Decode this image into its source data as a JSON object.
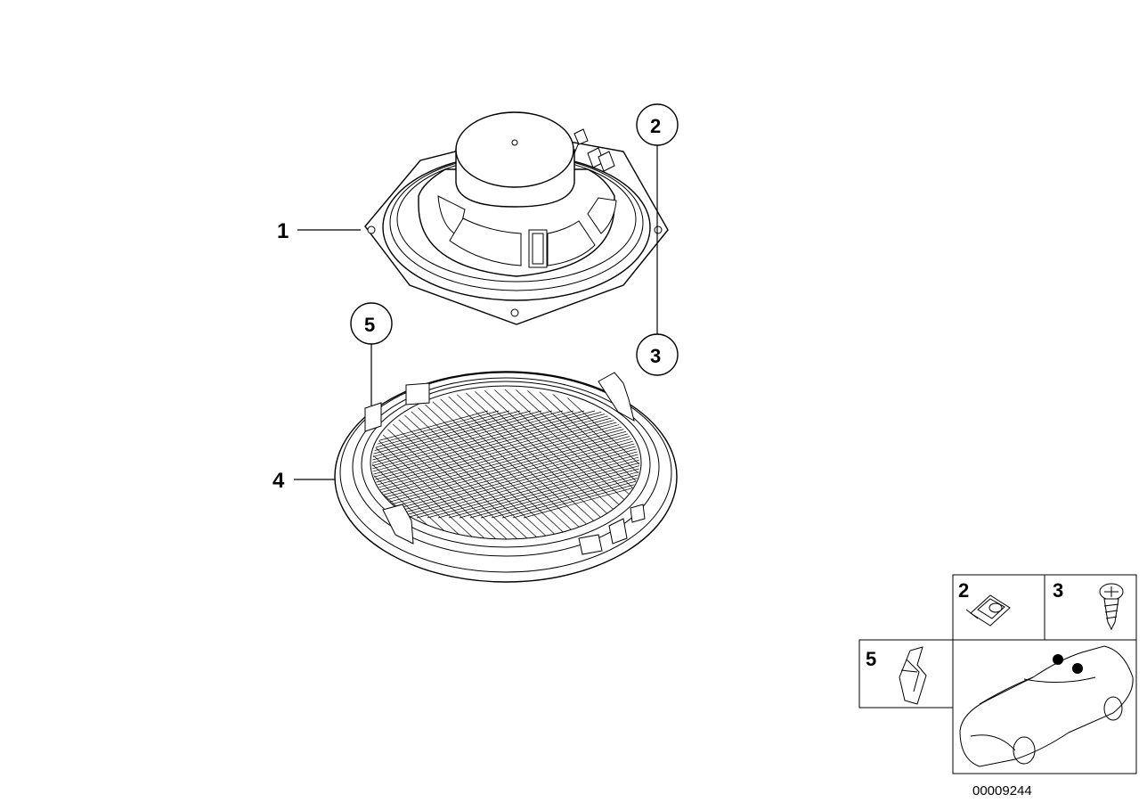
{
  "callouts": [
    {
      "id": "1",
      "label": "1"
    },
    {
      "id": "2",
      "label": "2"
    },
    {
      "id": "3",
      "label": "3"
    },
    {
      "id": "4",
      "label": "4"
    },
    {
      "id": "5",
      "label": "5"
    }
  ],
  "legend": {
    "box2_label": "2",
    "box3_label": "3",
    "box5_label": "5"
  },
  "catalog_number": "00009244"
}
